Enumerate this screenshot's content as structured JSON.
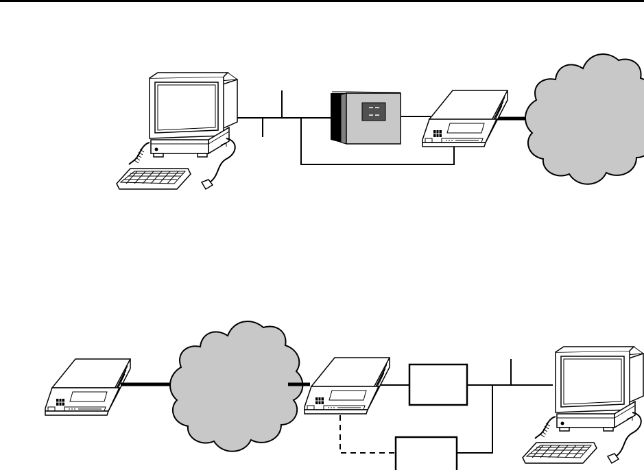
{
  "page": {
    "type": "network-topology-figure",
    "top_rule": true,
    "colors": {
      "line": "#000000",
      "cloud_fill": "#c8c8c8",
      "server_body": "#c8c8c8",
      "server_side_dark": "#000000",
      "server_side_mid": "#808080",
      "server_panel": "#505050",
      "background": "#ffffff"
    }
  },
  "diagram_top": {
    "nodes": [
      {
        "id": "workstation",
        "icon": "workstation-icon"
      },
      {
        "id": "server",
        "icon": "server-icon"
      },
      {
        "id": "modem",
        "icon": "modem-icon"
      },
      {
        "id": "network-cloud",
        "icon": "cloud-icon"
      }
    ],
    "links": [
      {
        "from": "workstation",
        "to": "server",
        "style": "solid"
      },
      {
        "from": "server",
        "to": "modem",
        "style": "solid"
      },
      {
        "from": "lan-bus",
        "to": "modem",
        "style": "solid"
      },
      {
        "from": "modem",
        "to": "network-cloud",
        "style": "thick"
      }
    ]
  },
  "diagram_bottom": {
    "nodes": [
      {
        "id": "remote-modem",
        "icon": "modem-icon"
      },
      {
        "id": "network-cloud",
        "icon": "cloud-icon"
      },
      {
        "id": "local-modem",
        "icon": "modem-icon"
      },
      {
        "id": "box-upper",
        "icon": "device-box"
      },
      {
        "id": "box-lower",
        "icon": "device-box"
      },
      {
        "id": "workstation",
        "icon": "workstation-icon"
      }
    ],
    "links": [
      {
        "from": "remote-modem",
        "to": "network-cloud",
        "style": "thick"
      },
      {
        "from": "network-cloud",
        "to": "local-modem",
        "style": "thick"
      },
      {
        "from": "local-modem",
        "to": "box-upper",
        "style": "solid"
      },
      {
        "from": "box-upper",
        "to": "workstation",
        "style": "solid"
      },
      {
        "from": "local-modem",
        "to": "box-lower",
        "style": "dashed"
      },
      {
        "from": "box-lower",
        "to": "lan-bus",
        "style": "solid"
      }
    ]
  }
}
